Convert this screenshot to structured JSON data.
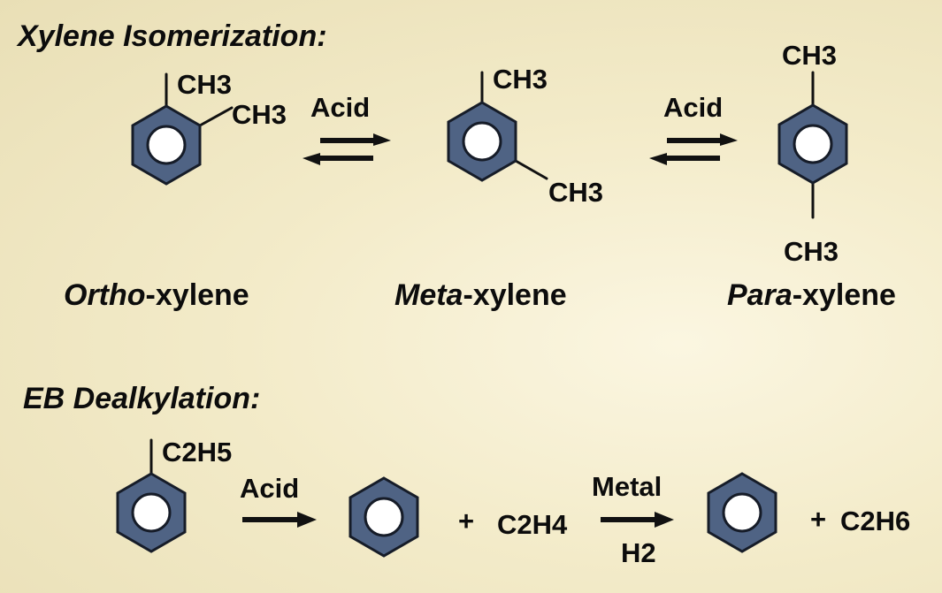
{
  "isomerization": {
    "heading": "Xylene Isomerization:",
    "ortho": {
      "group1": "CH3",
      "group2": "CH3",
      "name_italic": "Ortho",
      "name_suffix": "-xylene"
    },
    "meta": {
      "group1": "CH3",
      "group2": "CH3",
      "name_italic": "Meta",
      "name_suffix": "-xylene"
    },
    "para": {
      "group1": "CH3",
      "group2": "CH3",
      "name_italic": "Para",
      "name_suffix": "-xylene"
    },
    "arrow1_label": "Acid",
    "arrow2_label": "Acid"
  },
  "dealkylation": {
    "heading": "EB Dealkylation:",
    "ethylbenzene_group": "C2H5",
    "arrow1_label": "Acid",
    "plus1": "+",
    "ethylene": "C2H4",
    "arrow2_label_top": "Metal",
    "arrow2_label_bottom": "H2",
    "plus2": "+",
    "ethane": "C2H6"
  },
  "colors": {
    "ring_fill": "#4f6384",
    "ring_stroke": "#161c28",
    "text": "#0c0c0c"
  }
}
